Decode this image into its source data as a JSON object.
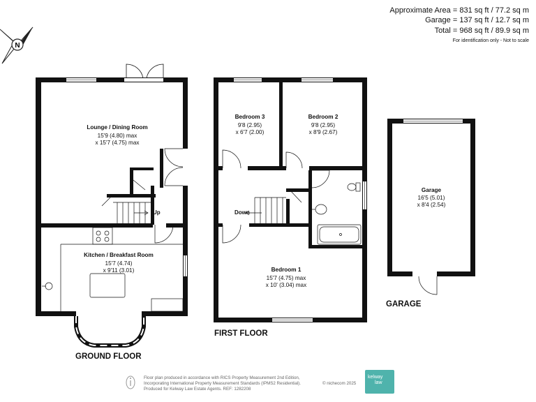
{
  "header": {
    "approx_area": "Approximate Area = 831 sq ft / 77.2 sq m",
    "garage_area": "Garage = 137 sq ft / 12.7 sq m",
    "total_area": "Total = 968 sq ft / 89.9 sq m",
    "note": "For identification only - Not to scale"
  },
  "compass": {
    "letter": "N",
    "icon": "compass-north-icon"
  },
  "ground_floor": {
    "label": "GROUND FLOOR",
    "lounge": {
      "name": "Lounge / Dining Room",
      "dim1": "15'9 (4.80) max",
      "dim2": "x 15'7 (4.75) max"
    },
    "kitchen": {
      "name": "Kitchen / Breakfast Room",
      "dim1": "15'7 (4.74)",
      "dim2": "x 9'11 (3.01)"
    },
    "stairs_label": "Up"
  },
  "first_floor": {
    "label": "FIRST FLOOR",
    "bedroom3": {
      "name": "Bedroom 3",
      "dim1": "9'8 (2.95)",
      "dim2": "x 6'7 (2.00)"
    },
    "bedroom2": {
      "name": "Bedroom 2",
      "dim1": "9'8 (2.95)",
      "dim2": "x 8'9 (2.67)"
    },
    "bedroom1": {
      "name": "Bedroom 1",
      "dim1": "15'7 (4.75) max",
      "dim2": "x 10' (3.04) max"
    },
    "stairs_label": "Down"
  },
  "garage": {
    "label": "GARAGE",
    "room": {
      "name": "Garage",
      "dim1": "16'5 (5.01)",
      "dim2": "x 8'4 (2.54)"
    }
  },
  "footer": {
    "line1": "Floor plan produced in accordance with RICS Property Measurement 2nd Edition,",
    "line2": "Incorporating International Property Measurement Standards (IPMS2 Residential).",
    "line3": "Produced for Kelway Law Estate Agents.   REF:  1282208",
    "copyright": "© nichecom 2025",
    "logo_line1": "kelway",
    "logo_line2": "law",
    "brand_color": "#4fb3ac"
  }
}
